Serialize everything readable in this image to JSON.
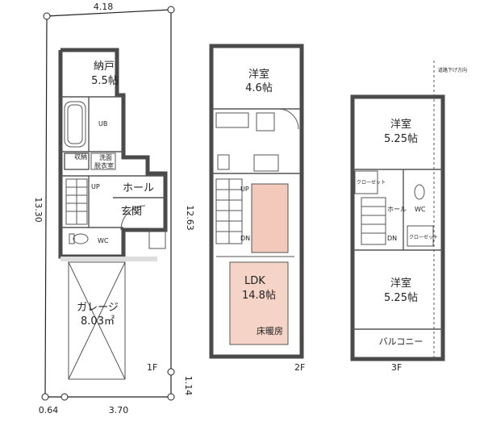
{
  "colors": {
    "wall": "#4a4a4a",
    "heated_floor": "#f6d3c7",
    "ldk_stair_fill": "#f3c9bb"
  },
  "dimensions": {
    "top": "4.18",
    "left": "13.30",
    "right": "12.63",
    "bottom_left": "0.64",
    "bottom_mid": "3.70",
    "bottom_right": "1.14"
  },
  "floors": {
    "f1": {
      "label": "1F",
      "rooms": {
        "nando_name": "納戸",
        "nando_size": "5.5帖",
        "ub": "UB",
        "washroom": "洗面",
        "dressing": "脱衣室",
        "storage_small": "収納",
        "hall": "ホール",
        "entrance": "玄関",
        "wc": "WC",
        "up": "UP",
        "garage_name": "ガレージ",
        "garage_size": "8.03㎡"
      }
    },
    "f2": {
      "label": "2F",
      "rooms": {
        "yoshitsu_name": "洋室",
        "yoshitsu_size": "4.6帖",
        "ldk_name": "LDK",
        "ldk_size": "14.8帖",
        "floor_heating": "床暖房",
        "up": "UP",
        "dn": "DN"
      }
    },
    "f3": {
      "label": "3F",
      "note": "道路下げ方向",
      "rooms": {
        "room1_name": "洋室",
        "room1_size": "5.25帖",
        "closet1": "クローゼット",
        "closet2": "クローゼット",
        "hall": "ホール",
        "wc": "WC",
        "dn": "DN",
        "room2_name": "洋室",
        "room2_size": "5.25帖",
        "balcony": "バルコニー"
      }
    }
  }
}
